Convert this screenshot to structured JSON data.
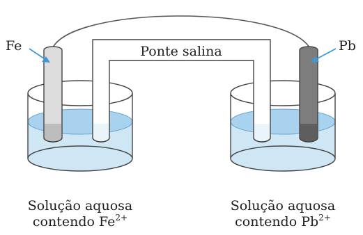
{
  "labels": {
    "left_electrode": "Fe",
    "right_electrode": "Pb",
    "salt_bridge": "Ponte salina"
  },
  "captions": {
    "left": {
      "line1": "Solução aquosa",
      "line2_text": "contendo Fe",
      "line2_sup": "2+"
    },
    "right": {
      "line1": "Solução aquosa",
      "line2_text": "contendo Pb",
      "line2_sup": "2+"
    }
  },
  "colors": {
    "solution": "#cfe7f5",
    "solution_surface": "#a9d2ee",
    "fe_electrode": "#dcdcdc",
    "pb_electrode": "#7d7d7d",
    "arrow": "#3d9ad6",
    "outline": "#444444"
  }
}
